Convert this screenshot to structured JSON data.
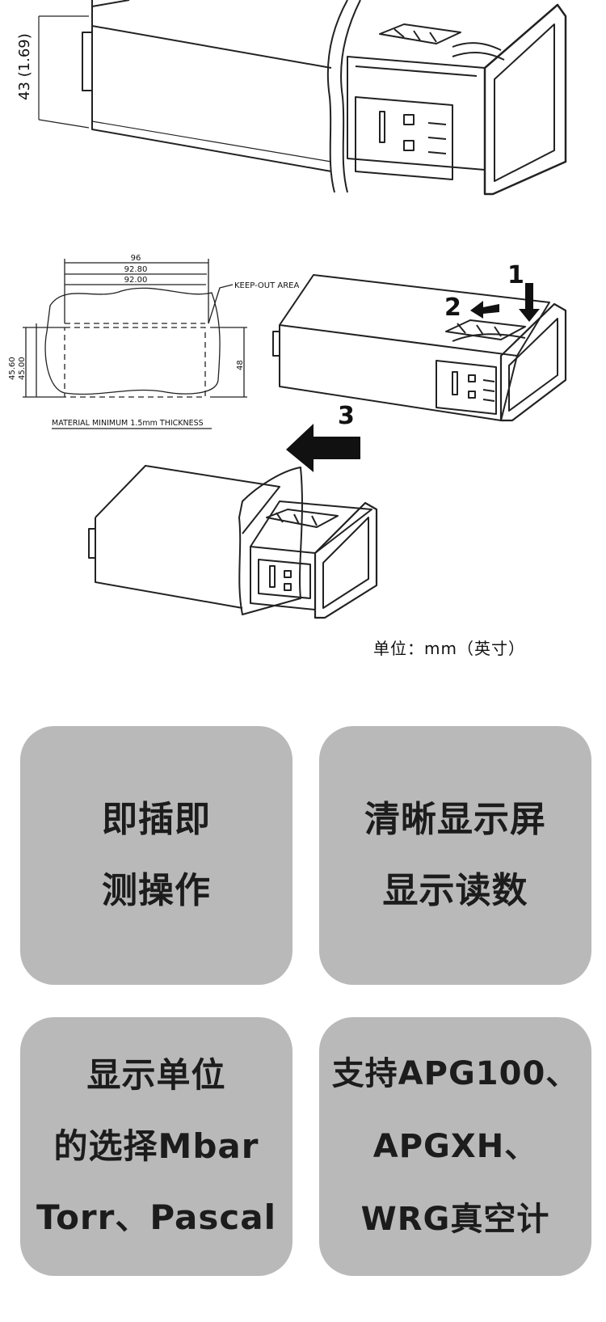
{
  "diagram": {
    "height_dim_label": "43 (1.69)",
    "cutout": {
      "dim_96": "96",
      "dim_92_80": "92.80",
      "dim_92_00": "92.00",
      "keep_out_label": "KEEP-OUT AREA",
      "dim_45_60": "45.60",
      "dim_45_00": "45.00",
      "dim_48": "48",
      "material_note": "MATERIAL MINIMUM 1.5mm THICKNESS"
    },
    "steps": {
      "step1": "1",
      "step2": "2",
      "step3": "3"
    }
  },
  "units_caption": "单位：mm（英寸）",
  "features": [
    {
      "lines": [
        "即插即",
        "测操作"
      ]
    },
    {
      "lines": [
        "清晰显示屏",
        "显示读数"
      ]
    },
    {
      "lines": [
        "显示单位",
        "的选择Mbar",
        "Torr、Pascal"
      ]
    },
    {
      "lines": [
        "支持APG100、",
        "APGXH、",
        "WRG真空计"
      ]
    }
  ],
  "colors": {
    "card_bg": "#b9b9b9",
    "line_art": "#222222"
  }
}
